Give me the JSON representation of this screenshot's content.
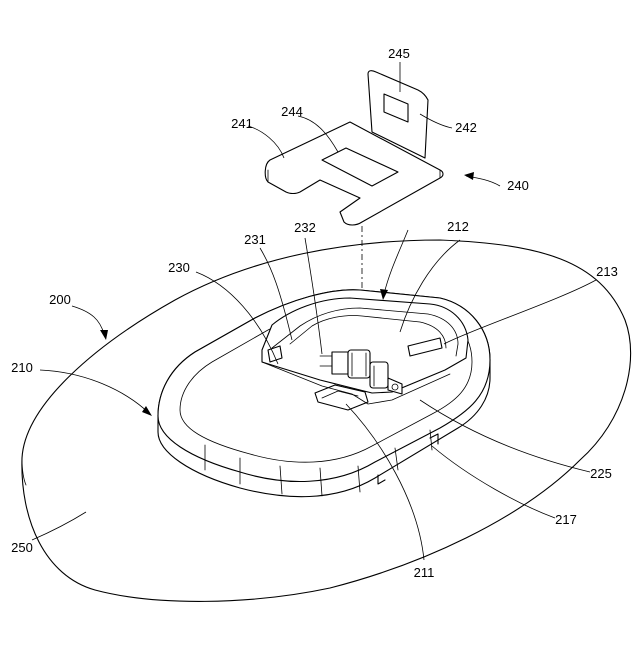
{
  "labels": {
    "ref_200": "200",
    "ref_210": "210",
    "ref_211": "211",
    "ref_212": "212",
    "ref_213": "213",
    "ref_217": "217",
    "ref_225": "225",
    "ref_230": "230",
    "ref_231": "231",
    "ref_232": "232",
    "ref_240": "240",
    "ref_241": "241",
    "ref_242": "242",
    "ref_244": "244",
    "ref_245": "245",
    "ref_250": "250"
  }
}
